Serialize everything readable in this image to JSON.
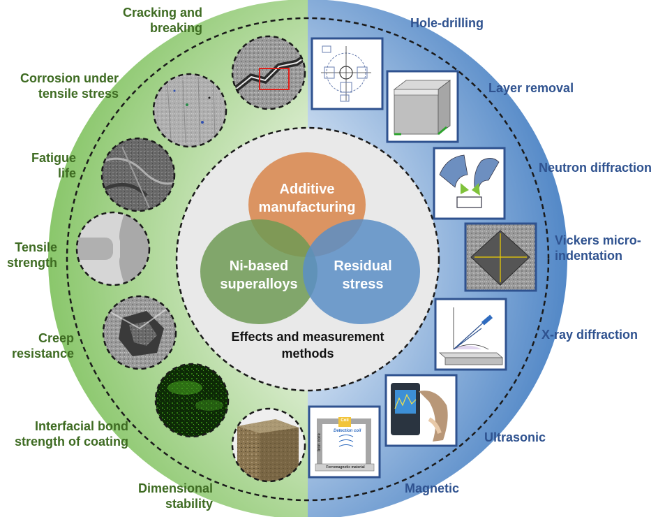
{
  "colors": {
    "left_green": "#8cc86b",
    "right_blue": "#4f86c6",
    "center_gray": "#e9e9e9",
    "additive": "#d8884f",
    "nibased": "#6f9a55",
    "residual": "#5b8ec6",
    "left_text": "#3e6b22",
    "right_text": "#2f528f"
  },
  "center": {
    "additive": [
      "Additive",
      "manufacturing"
    ],
    "nibased": [
      "Ni-based",
      "superalloys"
    ],
    "residual": [
      "Residual",
      "stress"
    ],
    "subtitle": [
      "Effects and measurement",
      "methods"
    ]
  },
  "effects_left": [
    {
      "lines": [
        "Cracking and",
        "breaking"
      ],
      "image": "sem-crack-micrograph"
    },
    {
      "lines": [
        "Corrosion under",
        "tensile stress"
      ],
      "image": "corrosion-micrograph"
    },
    {
      "lines": [
        "Fatigue",
        "life"
      ],
      "image": "fatigue-fracture-micrograph"
    },
    {
      "lines": [
        "Tensile",
        "strength"
      ],
      "image": "tensile-specimen-photo"
    },
    {
      "lines": [
        "Creep",
        "resistance"
      ],
      "image": "creep-fracture-micrograph"
    },
    {
      "lines": [
        "Interfacial bond",
        "strength of coating"
      ],
      "image": "coating-eds-map"
    },
    {
      "lines": [
        "Dimensional",
        "stability"
      ],
      "image": "printed-cube-photo"
    }
  ],
  "methods_right": [
    {
      "lines": [
        "Hole-drilling"
      ],
      "image": "strain-gauge-rosette-diagram"
    },
    {
      "lines": [
        "Layer removal"
      ],
      "image": "layer-removal-block-diagram"
    },
    {
      "lines": [
        "Neutron diffraction"
      ],
      "image": "neutron-detector-diagram"
    },
    {
      "lines": [
        "Vickers micro-",
        "indentation"
      ],
      "image": "vickers-indent-micrograph"
    },
    {
      "lines": [
        "X-ray diffraction"
      ],
      "image": "xray-geometry-diagram"
    },
    {
      "lines": [
        "Ultrasonic"
      ],
      "image": "ultrasonic-device-photo"
    },
    {
      "lines": [
        "Magnetic"
      ],
      "image": "magnetic-yoke-diagram"
    }
  ],
  "mini_labels": {
    "coil": "Coil",
    "detection_coil": "Detection coil",
    "iron_core": "Iron core",
    "ferromagnetic": "Ferromagnetic material"
  }
}
